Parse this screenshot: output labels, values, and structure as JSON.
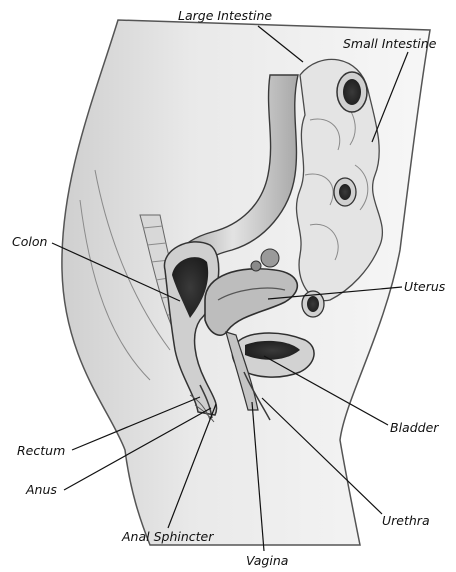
{
  "labels": {
    "large_intestine": "Large Intestine",
    "small_intestine": "Small Intestine",
    "colon": "Colon",
    "uterus": "Uterus",
    "bladder": "Bladder",
    "rectum": "Rectum",
    "anus": "Anus",
    "urethra": "Urethra",
    "anal_sphincter": "Anal Sphincter",
    "vagina": "Vagina"
  }
}
